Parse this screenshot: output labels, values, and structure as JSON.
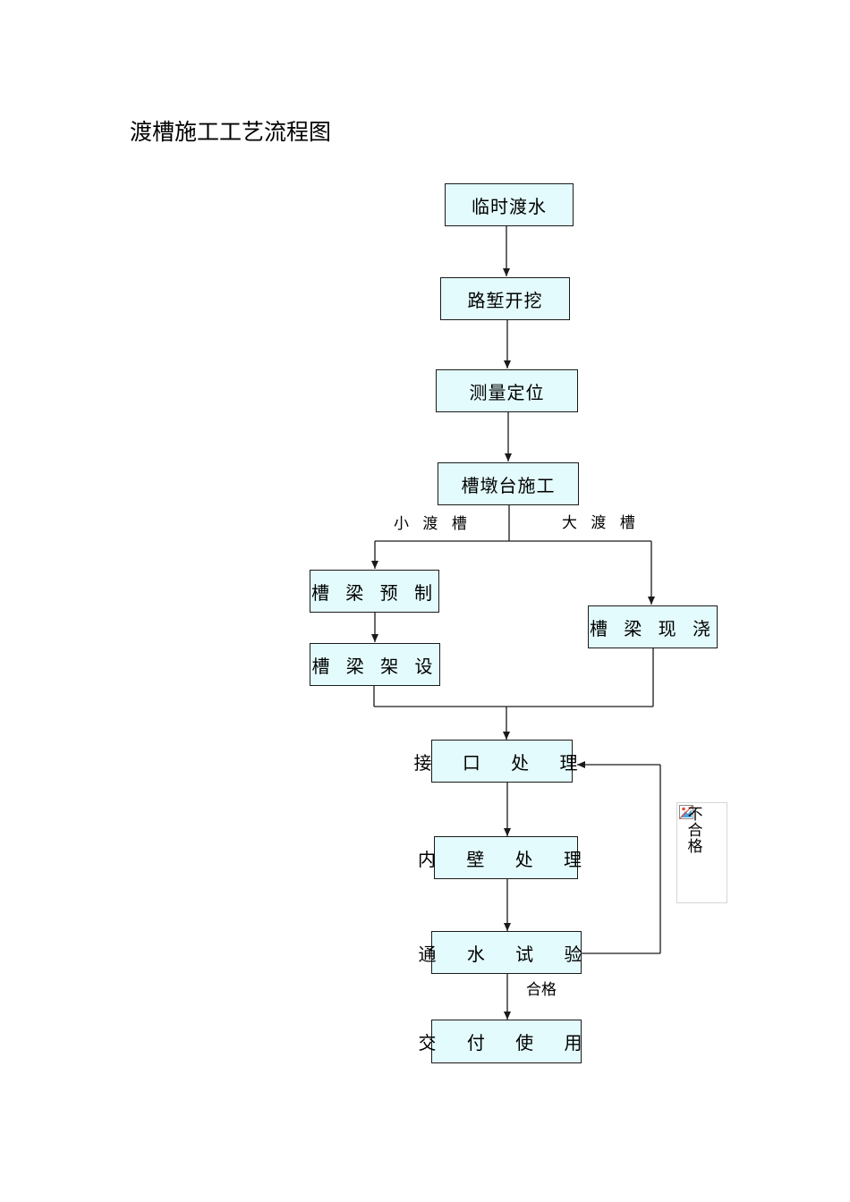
{
  "title": "渡槽施工工艺流程图",
  "nodes": {
    "temporary_water": "临时渡水",
    "cut_excavation": "路堑开挖",
    "survey_positioning": "测量定位",
    "pier_construction": "槽墩台施工",
    "beam_precast": "槽 梁 预 制",
    "beam_erection": "槽 梁 架 设",
    "beam_cast_in_place": "槽 梁 现 浇",
    "joint_treatment": "接 口 处 理",
    "inner_wall_treatment": "内 壁 处 理",
    "water_test": "通 水 试 验",
    "handover": "交 付 使 用"
  },
  "edge_labels": {
    "small_aqueduct": "小 渡 槽",
    "large_aqueduct": "大 渡 槽",
    "pass": "合格",
    "fail": "不合格"
  },
  "colors": {
    "node_fill": "#e3fbfc",
    "line": "#1a1a1a"
  }
}
